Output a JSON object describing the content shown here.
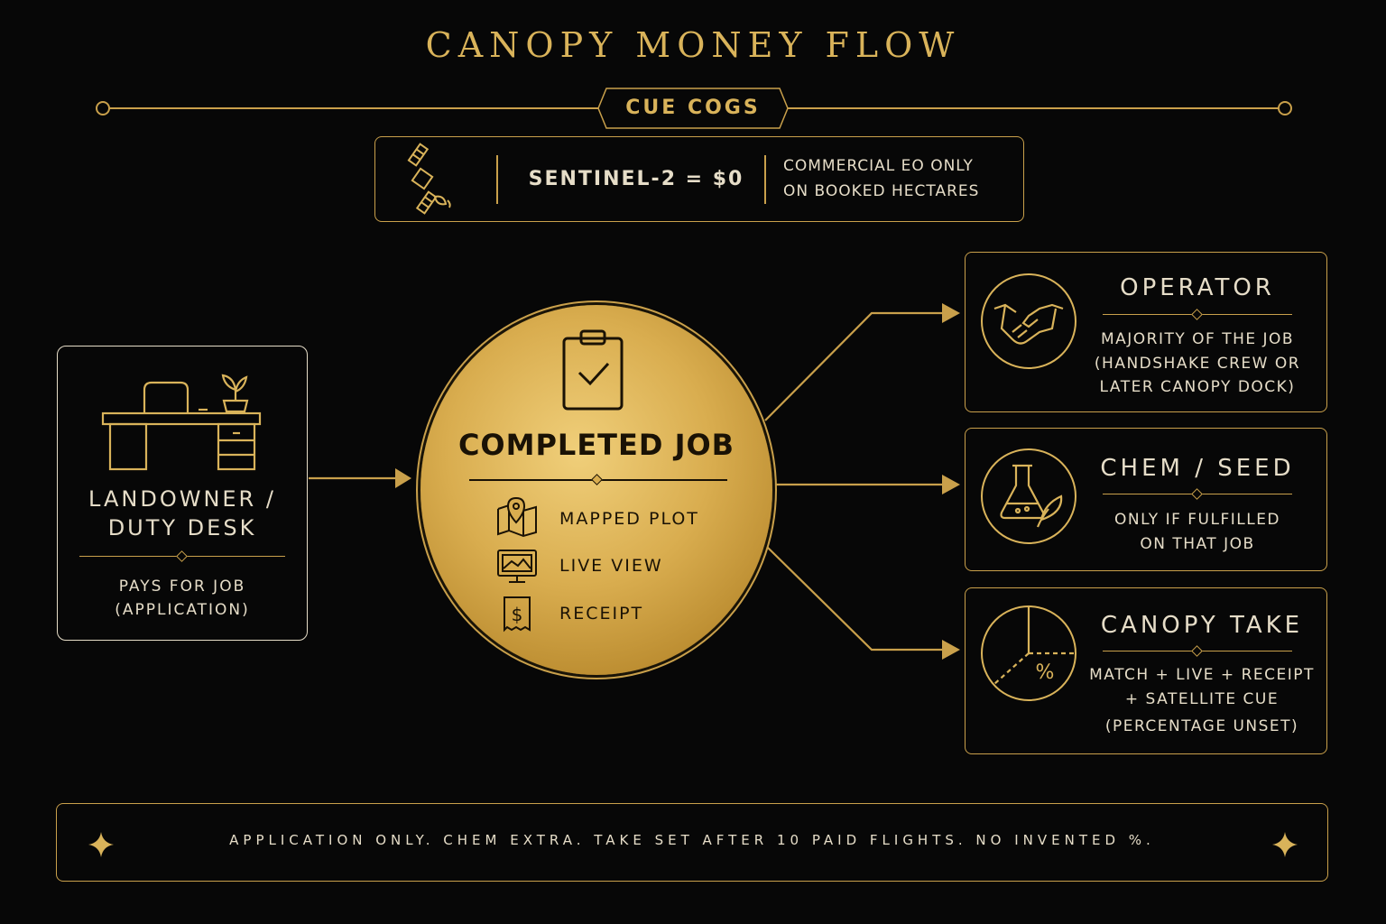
{
  "title": "CANOPY MONEY FLOW",
  "cue": {
    "badge": "CUE COGS",
    "icon": "satellite-icon",
    "main": "SENTINEL-2 = $0",
    "sub_line1": "COMMERCIAL EO ONLY",
    "sub_line2": "ON BOOKED HECTARES"
  },
  "landowner": {
    "icon": "desk-icon",
    "title_line1": "LANDOWNER /",
    "title_line2": "DUTY DESK",
    "sub_line1": "PAYS FOR JOB",
    "sub_line2": "(APPLICATION)"
  },
  "job": {
    "icon": "clipboard-check-icon",
    "title": "COMPLETED JOB",
    "items": [
      {
        "icon": "map-pin-icon",
        "label": "MAPPED PLOT"
      },
      {
        "icon": "monitor-icon",
        "label": "LIVE VIEW"
      },
      {
        "icon": "receipt-icon",
        "label": "RECEIPT"
      }
    ]
  },
  "outputs": [
    {
      "icon": "handshake-icon",
      "title": "OPERATOR",
      "lines": [
        "MAJORITY OF THE JOB",
        "(HANDSHAKE CREW OR",
        "LATER CANOPY DOCK)"
      ]
    },
    {
      "icon": "flask-leaf-icon",
      "title": "CHEM / SEED",
      "lines": [
        "ONLY IF FULFILLED",
        "ON THAT JOB"
      ]
    },
    {
      "icon": "pie-percent-icon",
      "title": "CANOPY TAKE",
      "lines": [
        "MATCH + LIVE + RECEIPT",
        "+ SATELLITE CUE",
        "(PERCENTAGE UNSET)"
      ]
    }
  ],
  "footer": "APPLICATION ONLY. CHEM EXTRA. TAKE SET AFTER 10 PAID FLIGHTS. NO INVENTED %.",
  "colors": {
    "gold": "#d9b35a",
    "background": "#070707",
    "text": "#e6ddc8"
  }
}
